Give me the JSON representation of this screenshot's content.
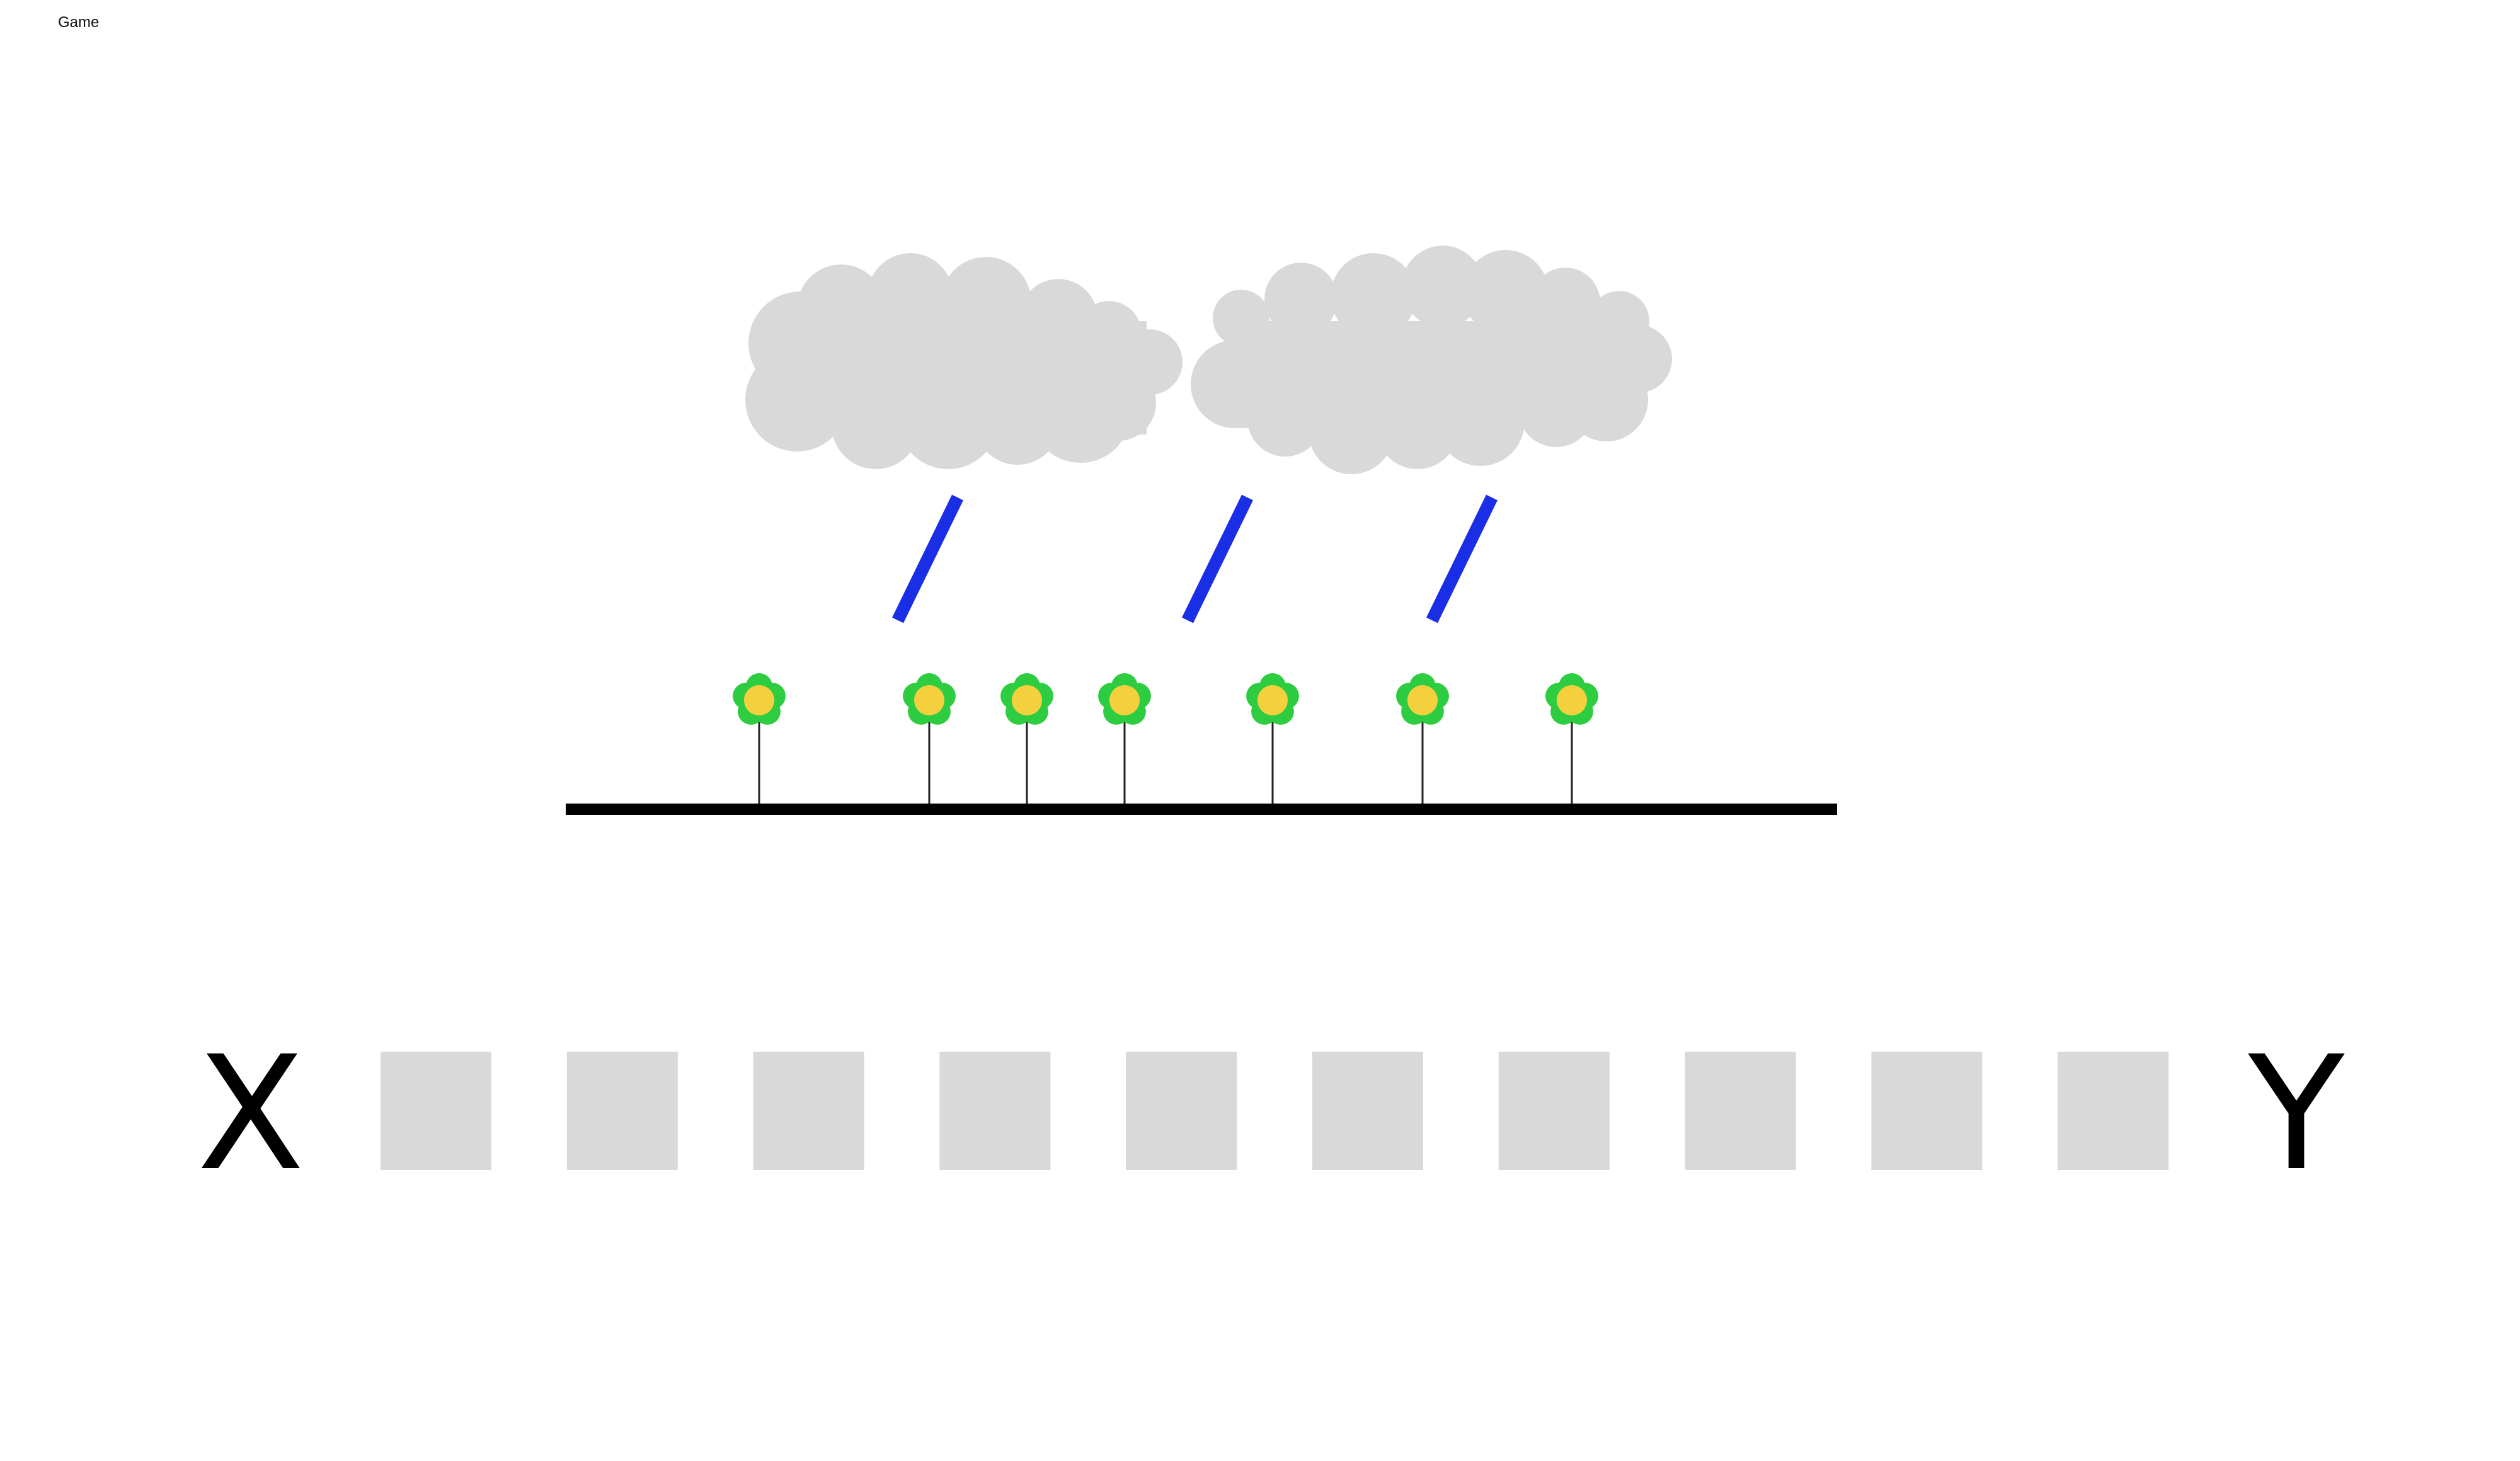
{
  "window": {
    "title": "Game"
  },
  "scene": {
    "colors": {
      "cloud": "#d9d9d9",
      "rain": "#1a2ee6",
      "petal": "#2ecc40",
      "flower_center": "#f4d03f",
      "stem": "#222222",
      "ground": "#000000",
      "tile": "#d9d9d9"
    },
    "clouds": [
      {
        "name": "cloud-left"
      },
      {
        "name": "cloud-right"
      }
    ],
    "raindrop_count": 3,
    "flower_count": 7
  },
  "answer_row": {
    "start_label": "X",
    "end_label": "Y",
    "tile_count": 10
  }
}
